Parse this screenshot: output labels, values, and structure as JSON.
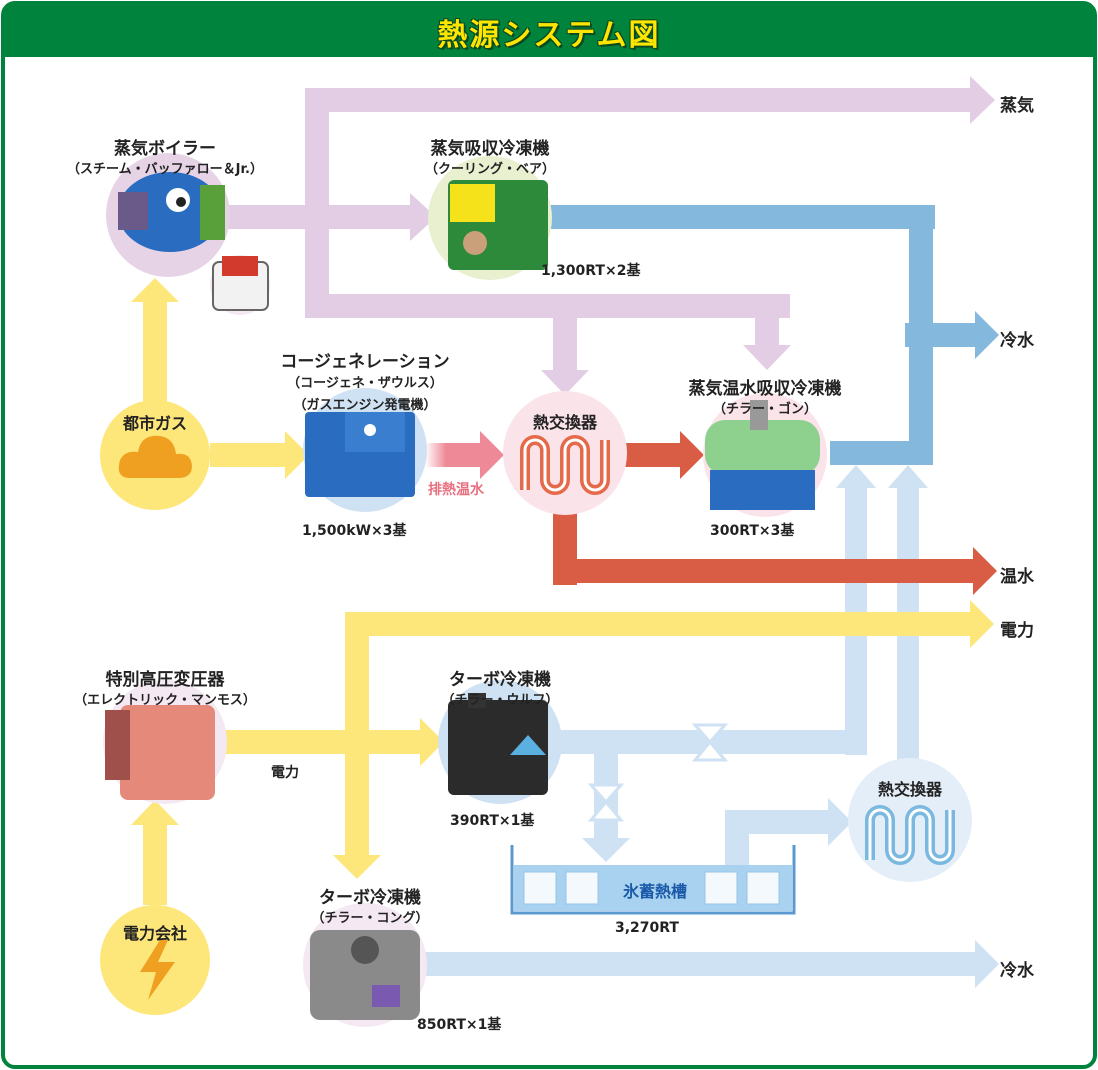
{
  "title": "熱源システム図",
  "outputs": {
    "steam": "蒸気",
    "chilled_top": "冷水",
    "hot_water": "温水",
    "power": "電力",
    "chilled_bottom": "冷水"
  },
  "nodes": {
    "boiler": {
      "name": "蒸気ボイラー",
      "nickname": "（スチーム・バッファロー＆Jr.）"
    },
    "steam_absorber": {
      "name": "蒸気吸収冷凍機",
      "nickname": "（クーリング・ベア）",
      "capacity": "1,300RT×2基"
    },
    "city_gas": {
      "name": "都市ガス"
    },
    "cogen": {
      "name": "コージェネレーション",
      "nickname": "（コージェネ・ザウルス）",
      "nickname2": "（ガスエンジン発電機）",
      "capacity": "1,500kW×3基"
    },
    "exhaust": {
      "label": "排熱温水"
    },
    "heat_exchanger_top": {
      "name": "熱交換器"
    },
    "hw_absorber": {
      "name": "蒸気温水吸収冷凍機",
      "nickname": "（チラー・ゴン）",
      "capacity": "300RT×3基"
    },
    "transformer": {
      "name": "特別高圧変圧器",
      "nickname": "（エレクトリック・マンモス）"
    },
    "power_label": {
      "label": "電力"
    },
    "turbo_wolf": {
      "name": "ターボ冷凍機",
      "nickname": "（チラー・ウルフ）",
      "capacity": "390RT×1基"
    },
    "heat_exchanger_bottom": {
      "name": "熱交換器"
    },
    "ice_tank": {
      "name": "氷蓄熱槽",
      "capacity": "3,270RT"
    },
    "power_company": {
      "name": "電力会社"
    },
    "turbo_kong": {
      "name": "ターボ冷凍機",
      "nickname": "（チラー・コング）",
      "capacity": "850RT×1基"
    }
  },
  "colors": {
    "header": "#00843d",
    "title": "#ffe600",
    "steam": "#e2cde4",
    "chilled": "#84b8dc",
    "chilled_light": "#cfe2f3",
    "hot": "#d95c44",
    "exhaust": "#ee8a98",
    "power": "#fde77a",
    "circle_bg": "#f4e8f2"
  }
}
